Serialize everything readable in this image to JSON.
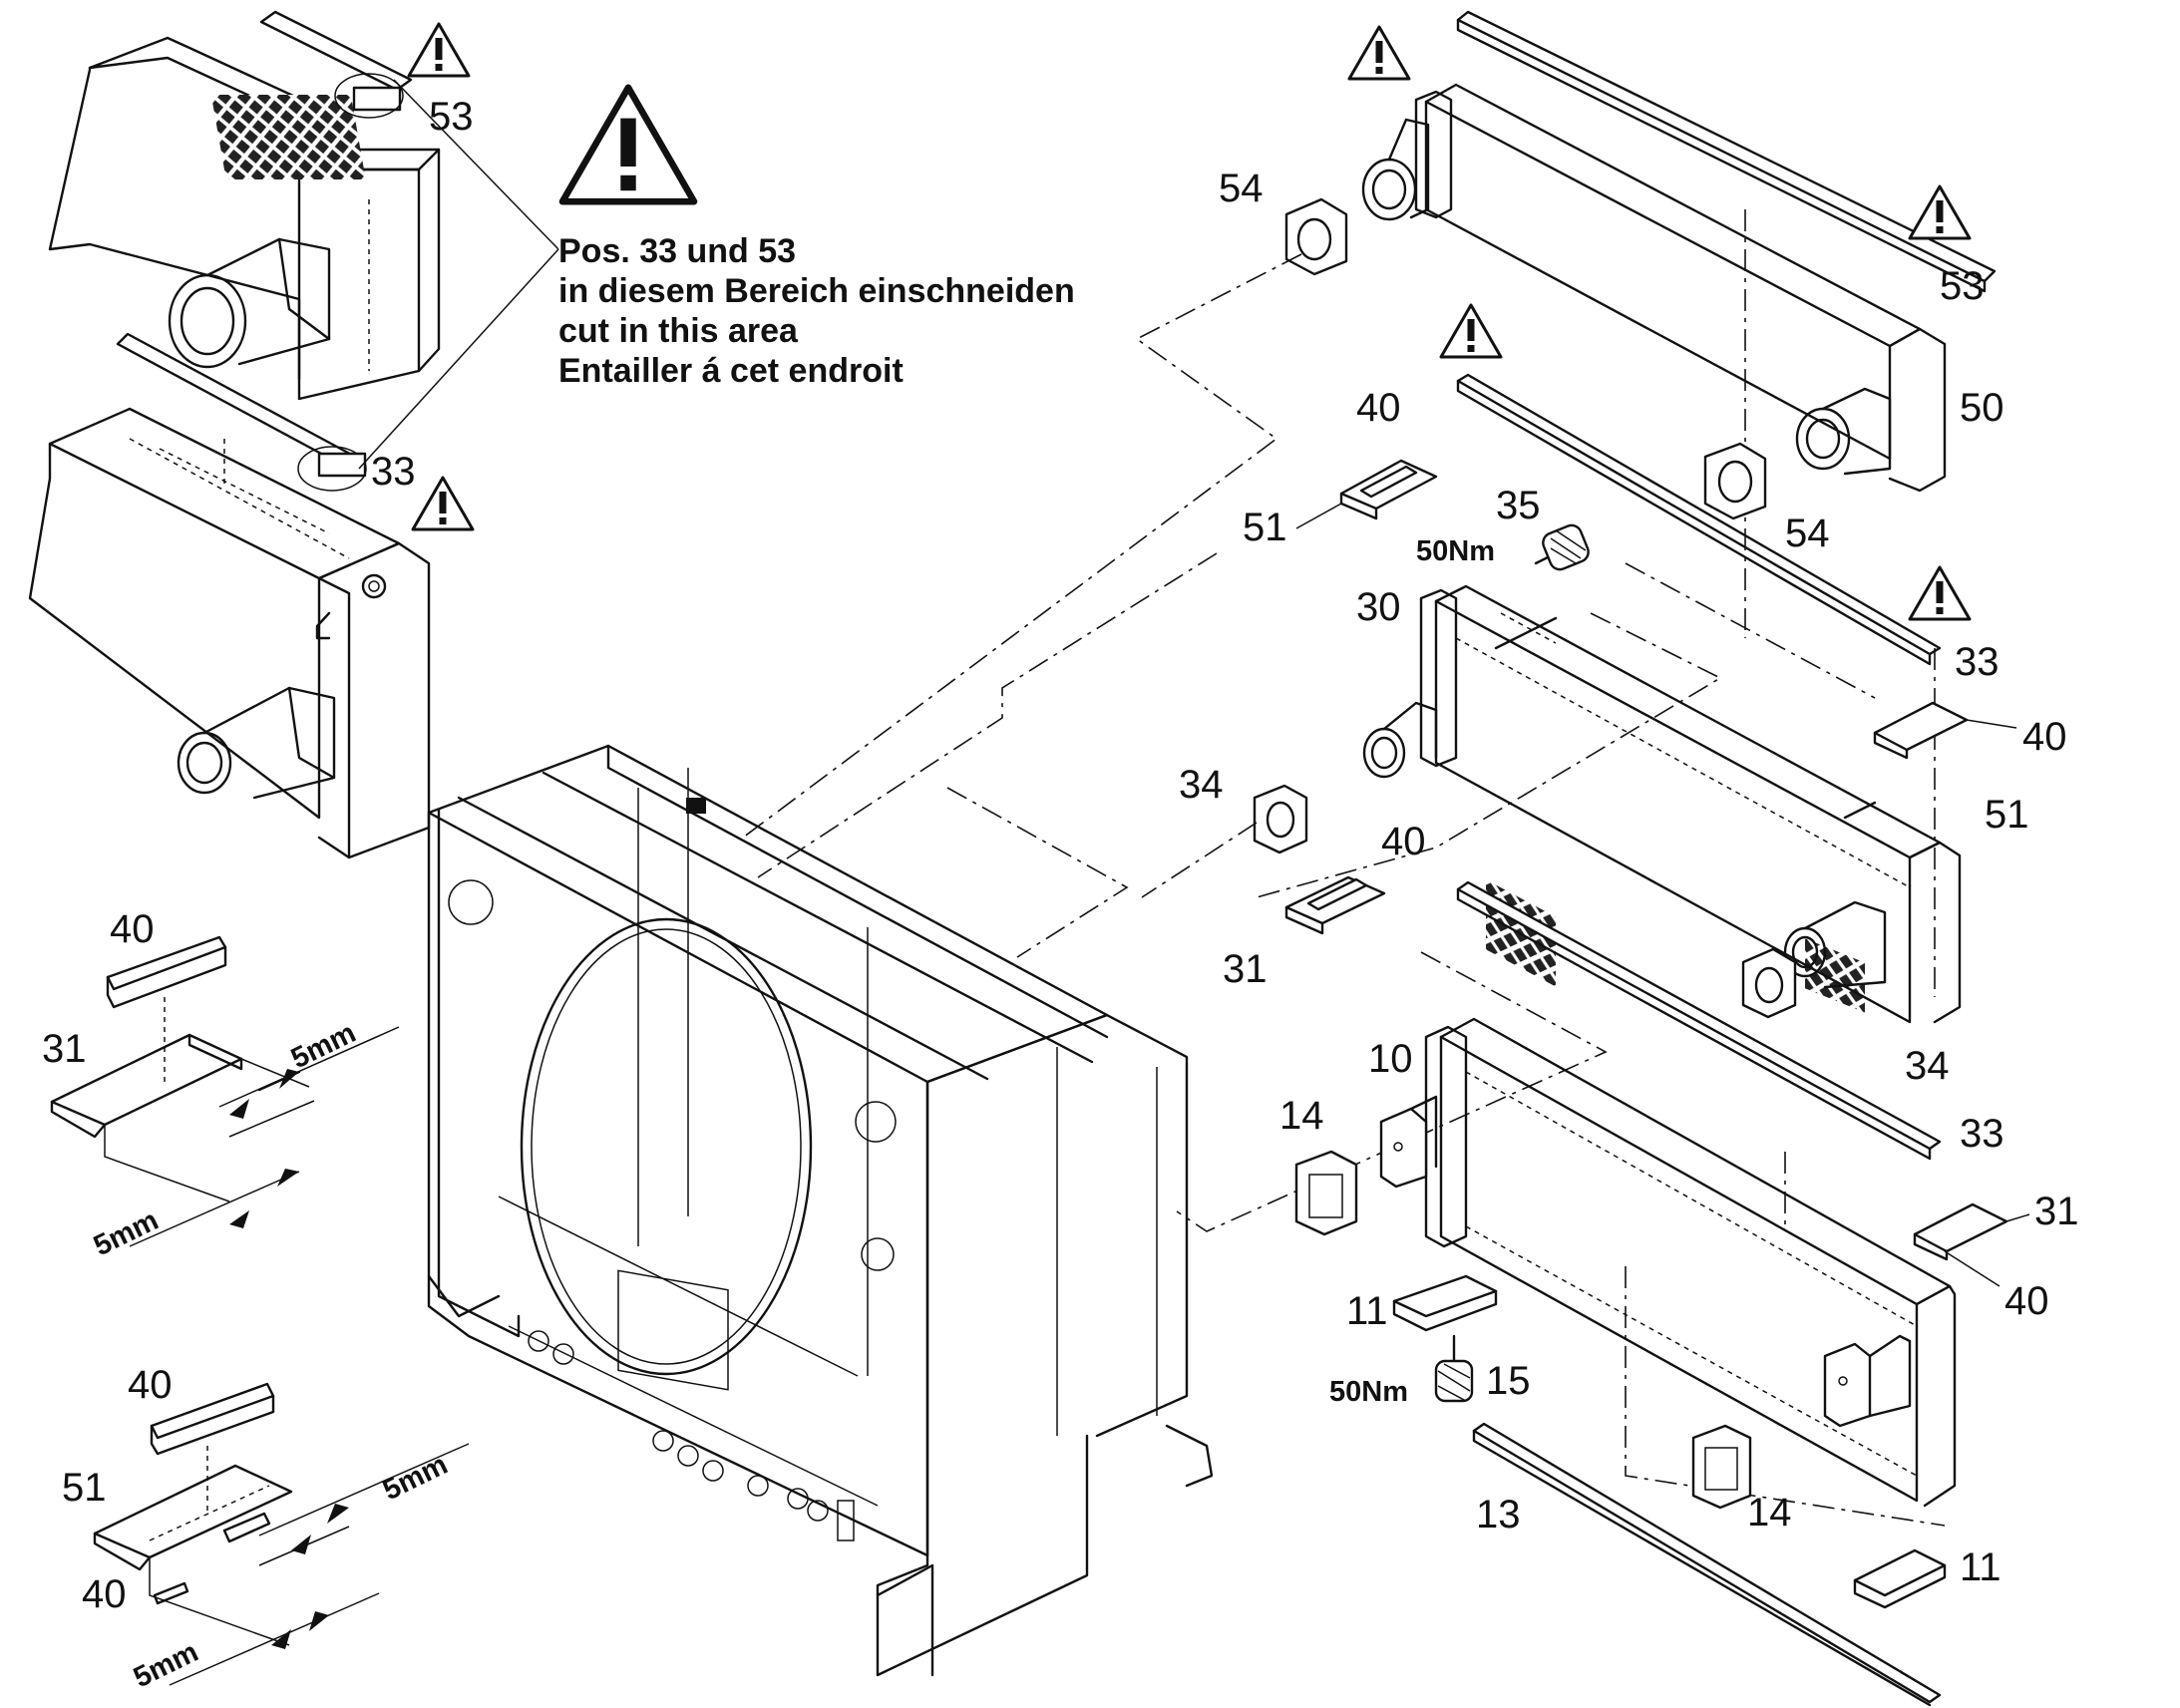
{
  "notice": {
    "lines": [
      "Pos. 33 und 53",
      "in diesem Bereich einschneiden",
      "cut in this area",
      "Entailler á cet endroit"
    ]
  },
  "callouts": {
    "c53_detail": "53",
    "c33_detail": "33",
    "c54_top": "54",
    "c53_right": "53",
    "c50": "50",
    "c40_a": "40",
    "c51_a": "51",
    "c35": "35",
    "c54_mid": "54",
    "c30": "30",
    "c33_a": "33",
    "c40_b": "40",
    "c51_b": "51",
    "c34_left": "34",
    "c40_c": "40",
    "c31_a": "31",
    "c34_right": "34",
    "c10": "10",
    "c14_left": "14",
    "c33_b": "33",
    "c31_b": "31",
    "c40_d": "40",
    "c11_top": "11",
    "c15": "15",
    "c13": "13",
    "c14_right": "14",
    "c11_bottom": "11",
    "c40_left1": "40",
    "c31_left": "31",
    "c40_left2": "40",
    "c51_left": "51",
    "c40_left3": "40"
  },
  "torque": {
    "t35": "50Nm",
    "t15": "50Nm"
  },
  "dimensions": {
    "d1": "5mm",
    "d2": "5mm",
    "d3": "5mm",
    "d4": "5mm"
  },
  "icons": [
    "warning-triangle-icon"
  ]
}
